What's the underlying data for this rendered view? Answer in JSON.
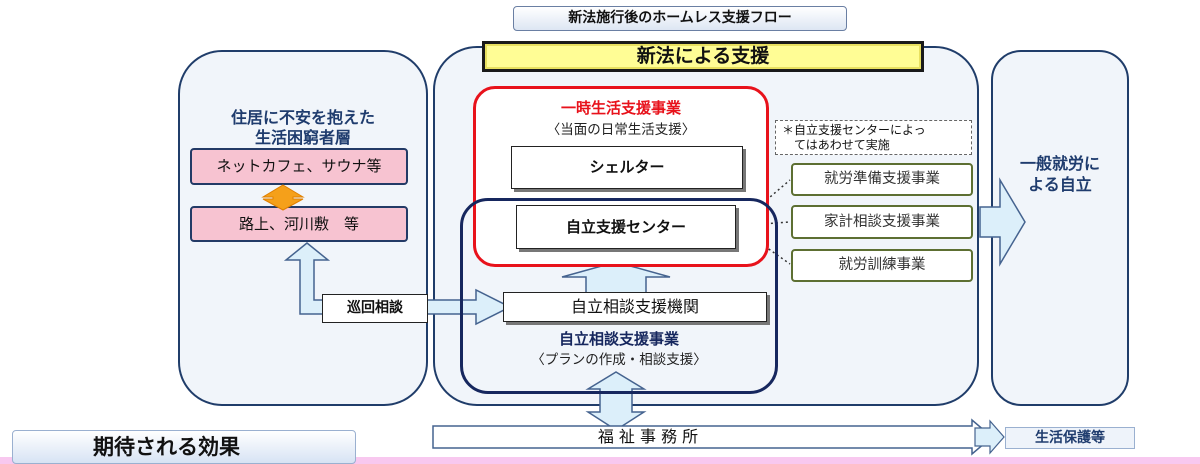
{
  "title": "新法施行後のホームレス支援フロー",
  "center_header": "新法による支援",
  "left_panel": {
    "heading_line1": "住居に不安を抱えた",
    "heading_line2": "生活困窮者層",
    "box_top": "ネットカフェ、サウナ等",
    "box_bottom": "路上、河川敷　等"
  },
  "temp_support": {
    "title": "一時生活支援事業",
    "subtitle": "〈当面の日常生活支援〉",
    "shelter": "シェルター",
    "center": "自立支援センター"
  },
  "note": {
    "line1": "＊自立支援センターによっ",
    "line2": "てはあわせて実施"
  },
  "programs": [
    "就労準備支援事業",
    "家計相談支援事業",
    "就労訓練事業"
  ],
  "outreach": "巡回相談",
  "consult_agency": "自立相談支援機関",
  "consult_support": {
    "title": "自立相談支援事業",
    "subtitle": "〈プランの作成・相談支援〉"
  },
  "right_panel": {
    "line1": "一般就労に",
    "line2": "よる自立"
  },
  "welfare_office": "福 祉 事 務 所",
  "welfare_protection": "生活保護等",
  "effects_tab": "期待される効果"
}
